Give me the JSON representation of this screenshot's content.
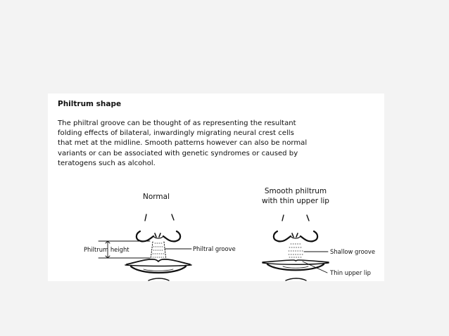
{
  "heading": "Philtrum shape",
  "paragraph_lines": [
    "The philtral groove can be thought of as representing the resultant",
    "folding effects of bilateral, inwardingly migrating neural crest cells",
    "that met at the midline. Smooth patterns however can also be normal",
    "variants or can be associated with genetic syndromes or caused by",
    "teratogens such as alcohol."
  ],
  "figure": {
    "normal_title": "Normal",
    "smooth_title_lines": [
      "Smooth philtrum",
      "with thin upper lip"
    ],
    "labels": {
      "philtrum_height": "Philtrum height",
      "philtral_groove": "Philtral groove",
      "shallow_groove": "Shallow groove",
      "thin_upper_lip": "Thin upper lip"
    }
  },
  "colors": {
    "background": "#f3f3f3",
    "panel": "#ffffff",
    "ink": "#111111"
  }
}
